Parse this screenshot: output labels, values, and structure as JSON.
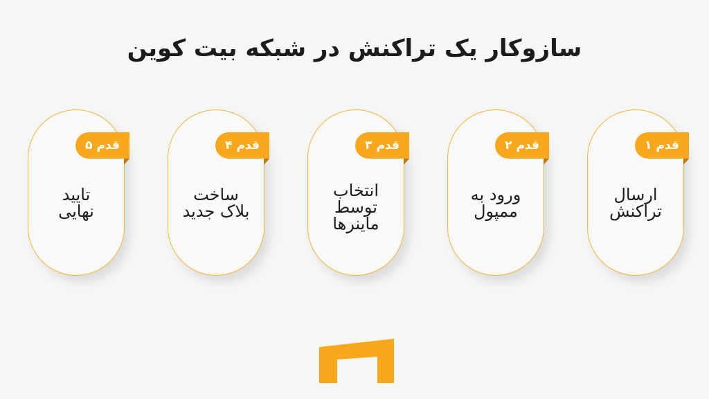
{
  "title": "سازوکار یک تراکنش در شبکه بیت کوین",
  "steps": [
    {
      "badge": "قدم ۱",
      "lines": [
        "ارسال",
        "تراکنش"
      ]
    },
    {
      "badge": "قدم ۲",
      "lines": [
        "ورود به",
        "ممپول"
      ]
    },
    {
      "badge": "قدم ۳",
      "lines": [
        "انتخاب",
        "توسط",
        "ماینرها"
      ]
    },
    {
      "badge": "قدم ۴",
      "lines": [
        "ساخت",
        "بلاک جدید"
      ]
    },
    {
      "badge": "قدم ۵",
      "lines": [
        "تایید",
        "نهایی"
      ]
    }
  ],
  "colors": {
    "accent": "#f8a81c",
    "border": "#f4b43c",
    "text": "#1c1c1c"
  },
  "logo": {
    "icon": "brand-logo-icon"
  }
}
